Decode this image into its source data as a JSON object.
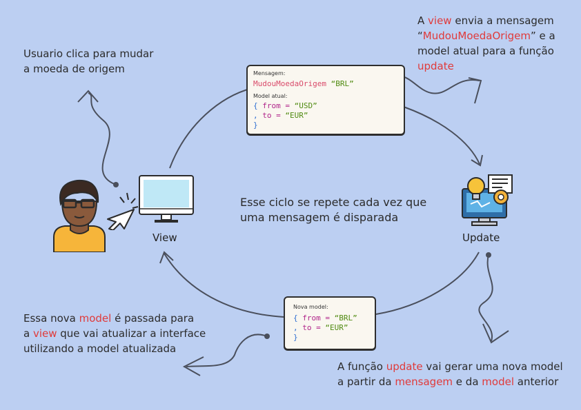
{
  "center_text": {
    "line1": "Esse ciclo se repete cada vez que",
    "line2": "uma mensagem é disparada"
  },
  "view_label": "View",
  "update_label": "Update",
  "note_user": {
    "line1": "Usuario clica para mudar",
    "line2": "a moeda de origem"
  },
  "note_view_sends": {
    "l1_a": "A ",
    "l1_hl": "view",
    "l1_b": " envia a mensagem",
    "l2_a": "“",
    "l2_hl": "MudouMoedaOrigem",
    "l2_b": "” e a",
    "l3": "model atual para a função",
    "l4_hl": "update"
  },
  "note_update": {
    "l1_a": "A função ",
    "l1_hl": "update",
    "l1_b": " vai gerar uma nova model",
    "l2_a": "a partir da ",
    "l2_hl1": "mensagem",
    "l2_b": " e da ",
    "l2_hl2": "model",
    "l2_c": " anterior"
  },
  "note_new_model": {
    "l1_a": "Essa nova ",
    "l1_hl": "model",
    "l1_b": " é passada para",
    "l2_a": "a ",
    "l2_hl": "view",
    "l2_b": " que vai atualizar a interface",
    "l3": "utilizando a model atualizada"
  },
  "card_message": {
    "msg_label": "Mensagem:",
    "msg_name": "MudouMoedaOrigem",
    "msg_arg": "“BRL”",
    "model_label": "Model atual:",
    "open": "{",
    "from_key": "from",
    "eq": "=",
    "from_val": "“USD”",
    "comma": ",",
    "to_key": "to",
    "to_val": "“EUR”",
    "close": "}"
  },
  "card_new_model": {
    "label": "Nova model:",
    "open": "{",
    "from_key": "from",
    "eq": "=",
    "from_val": "“BRL”",
    "comma": ",",
    "to_key": "to",
    "to_val": "“EUR”",
    "close": "}"
  },
  "colors": {
    "background": "#bccff2",
    "highlight": "#e03a3a",
    "stroke": "#4a4f5c"
  }
}
